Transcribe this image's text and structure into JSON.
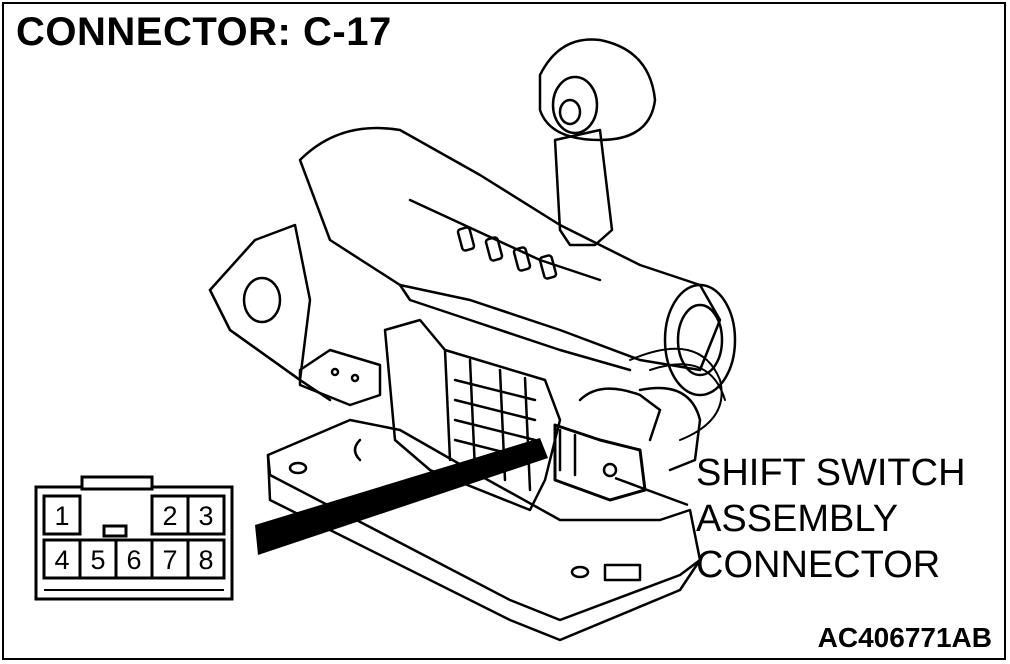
{
  "header": {
    "title": "CONNECTOR: C-17"
  },
  "connector_face": {
    "top_row": [
      "1",
      "2",
      "3"
    ],
    "bottom_row": [
      "4",
      "5",
      "6",
      "7",
      "8"
    ]
  },
  "callout": {
    "lines": [
      "SHIFT SWITCH",
      "ASSEMBLY",
      "CONNECTOR"
    ]
  },
  "figure_code": "AC406771AB"
}
